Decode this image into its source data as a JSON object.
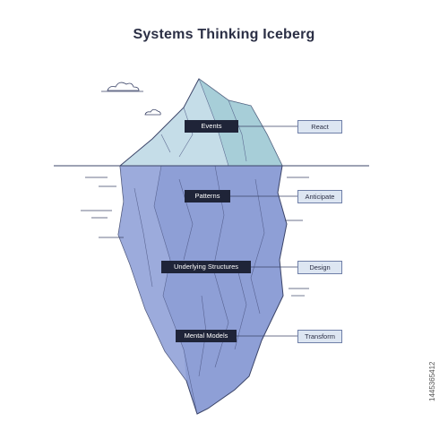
{
  "title": "Systems Thinking Iceberg",
  "layers": [
    {
      "label": "Events",
      "action": "React"
    },
    {
      "label": "Patterns",
      "action": "Anticipate"
    },
    {
      "label": "Underlying Structures",
      "action": "Design"
    },
    {
      "label": "Mental Models",
      "action": "Transform"
    }
  ],
  "stock_id": "1445365412",
  "colors": {
    "above_water": "#c5dde8",
    "below_water": "#8e9fd6",
    "outline": "#3b4468",
    "tag_bg": "#1f2438",
    "action_bg": "#dde6f2"
  }
}
